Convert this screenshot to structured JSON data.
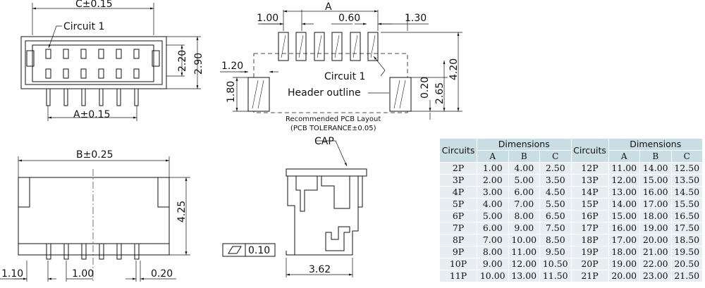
{
  "top_view": {
    "dim_c": "C±0.15",
    "circuit_label": "Circuit 1",
    "dim_220": "2.20",
    "dim_290": "2.90",
    "dim_a": "A±0.15"
  },
  "pcb_layout": {
    "dim_100": "1.00",
    "dim_a": "A",
    "dim_060": "0.60",
    "dim_130": "1.30",
    "dim_120": "1.20",
    "dim_180": "1.80",
    "dim_420": "4.20",
    "dim_265": "2.65",
    "dim_020": "0.20",
    "circuit_label": "Circuit 1",
    "header_outline": "Header outline",
    "caption_line1": "Recommended PCB Layout",
    "caption_line2": "(PCB TOLERANCE±0.05)"
  },
  "front_view": {
    "dim_b": "B±0.25",
    "dim_425": "4.25",
    "dim_110": "1.10",
    "dim_100": "1.00",
    "dim_020": "0.20"
  },
  "side_view": {
    "cap_label": "CAP",
    "flatness_value": "0.10",
    "dim_362": "3.62"
  },
  "table": {
    "header_circuits": "Circuits",
    "header_dimensions": "Dimensions",
    "sub_a": "A",
    "sub_b": "B",
    "sub_c": "C",
    "rows": [
      [
        "2P",
        "1.00",
        "4.00",
        "2.50",
        "12P",
        "11.00",
        "14.00",
        "12.50"
      ],
      [
        "3P",
        "2.00",
        "5.00",
        "3.50",
        "13P",
        "12.00",
        "15.00",
        "13.50"
      ],
      [
        "4P",
        "3.00",
        "6.00",
        "4.50",
        "14P",
        "13.00",
        "16.00",
        "14.50"
      ],
      [
        "5P",
        "4.00",
        "7.00",
        "5.50",
        "15P",
        "14.00",
        "17.00",
        "15.50"
      ],
      [
        "6P",
        "5.00",
        "8.00",
        "6.50",
        "16P",
        "15.00",
        "18.00",
        "16.50"
      ],
      [
        "7P",
        "6.00",
        "9.00",
        "7.50",
        "17P",
        "16.00",
        "19.00",
        "17.50"
      ],
      [
        "8P",
        "7.00",
        "10.00",
        "8.50",
        "18P",
        "17.00",
        "20.00",
        "18.50"
      ],
      [
        "9P",
        "8.00",
        "11.00",
        "9.50",
        "19P",
        "18.00",
        "21.00",
        "19.50"
      ],
      [
        "10P",
        "9.00",
        "12.00",
        "10.50",
        "20P",
        "19.00",
        "22.00",
        "20.50"
      ],
      [
        "11P",
        "10.00",
        "13.00",
        "11.50",
        "21P",
        "20.00",
        "23.00",
        "21.50"
      ]
    ]
  }
}
